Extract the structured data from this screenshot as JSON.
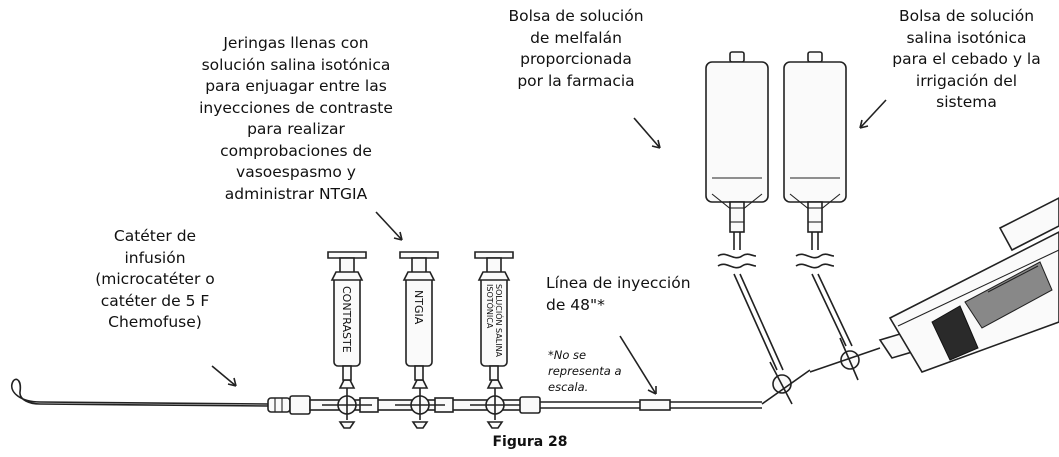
{
  "labels": {
    "syringes": [
      "Jeringas llenas con",
      "solución salina isotónica",
      "para enjuagar entre las",
      "inyecciones de contraste",
      "para realizar",
      "comprobaciones de",
      "vasoespasmo y",
      "administrar NTGIA"
    ],
    "melphalan_bag": [
      "Bolsa de solución",
      "de melfalán",
      "proporcionada",
      "por la farmacia"
    ],
    "saline_bag": [
      "Bolsa de solución",
      "salina isotónica",
      "para el cebado y la",
      "irrigación del",
      "sistema"
    ],
    "catheter": [
      "Catéter de",
      "infusión",
      "(microcatéter o",
      "catéter de 5 F",
      "Chemofuse)"
    ],
    "injection_line": [
      "Línea de inyección",
      "de 48\"*"
    ],
    "scale_note": [
      "*No se",
      "representa a",
      "escala."
    ]
  },
  "syringe_texts": {
    "contrast": "CONTRASTE",
    "ntgia": "NTGIA",
    "saline_line1": "SOLUCIÓN SALINA",
    "saline_line2": "ISOTÓNICA"
  },
  "caption": "Figura 28",
  "colors": {
    "line": "#222222",
    "dark_fill": "#2a2a2a",
    "background": "#ffffff"
  }
}
